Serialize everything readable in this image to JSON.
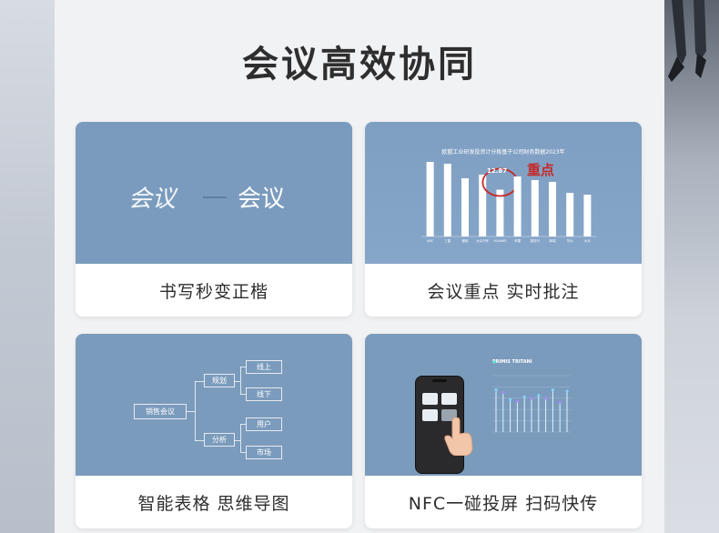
{
  "title": "会议高效协同",
  "cards": [
    {
      "caption": "书写秒变正楷",
      "handwriting": {
        "left": "会议",
        "right": "会议"
      }
    },
    {
      "caption": "会议重点 实时批注",
      "chart_title": "欧盟工业研发投资计分板基于公司财务数据2023年",
      "callout": "12.87",
      "annotation": "重点"
    },
    {
      "caption": "智能表格 思维导图",
      "mindmap": {
        "root": "销售会议",
        "branches": [
          {
            "label": "规划",
            "children": [
              "线上",
              "线下"
            ]
          },
          {
            "label": "分析",
            "children": [
              "用户",
              "市场"
            ]
          }
        ]
      }
    },
    {
      "caption": "NFC一碰投屏 扫码快传",
      "legend": "PRIMIS TRITANI"
    }
  ],
  "colors": {
    "panel": "#f1f2f4",
    "card_image": "#7a9bbd",
    "annotation": "#c62828"
  },
  "chart_data": [
    {
      "type": "bar",
      "title": "欧盟工业研发投资计分板基于公司财务数据2023年",
      "categories": [
        "ABC",
        "三星",
        "微软",
        "大众汽车",
        "HUAWEI",
        "苹果",
        "英特尔",
        "辉瑞",
        "华为",
        "大众"
      ],
      "values": [
        20.5,
        20,
        16,
        17,
        12.87,
        16.5,
        15.5,
        15,
        12,
        11.5
      ],
      "ylim": [
        0,
        22
      ],
      "annotations": [
        {
          "category": "HUAWEI",
          "text": "12.87"
        }
      ]
    },
    {
      "type": "scatter",
      "title": "",
      "series": [
        {
          "name": "PRIMIS TRITANI",
          "values": [
            30,
            28,
            23,
            22,
            25,
            24,
            26,
            24,
            30,
            21,
            29
          ]
        }
      ],
      "ylim": [
        0,
        40
      ]
    }
  ]
}
